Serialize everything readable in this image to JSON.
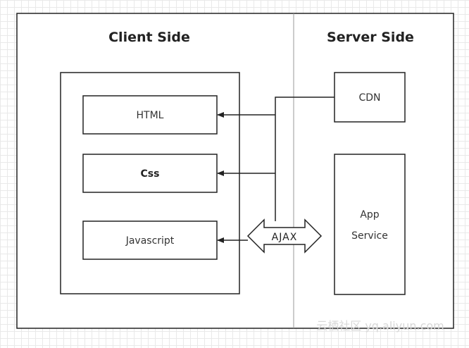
{
  "diagram": {
    "client_title": "Client  Side",
    "server_title": "Server  Side",
    "client_boxes": {
      "html": "HTML",
      "css": "Css",
      "javascript": "Javascript"
    },
    "server_boxes": {
      "cdn": "CDN",
      "app_line1": "App",
      "app_line2": "Service"
    },
    "ajax_label": "AJAX",
    "watermark": "云栖社区 yq.aliyun.com"
  }
}
